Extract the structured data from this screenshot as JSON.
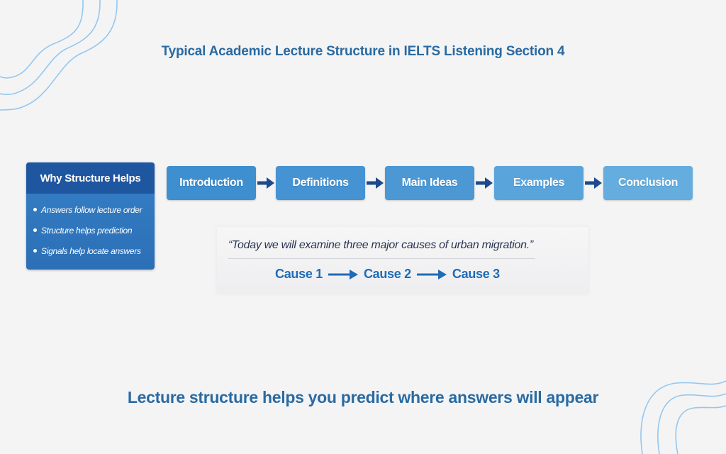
{
  "title": "Typical Academic Lecture Structure in IELTS Listening Section 4",
  "why_card": {
    "heading": "Why Structure Helps",
    "items": [
      "Answers follow lecture order",
      "Structure helps prediction",
      "Signals help locate answers"
    ]
  },
  "flow": {
    "steps": [
      "Introduction",
      "Definitions",
      "Main Ideas",
      "Examples",
      "Conclusion"
    ],
    "step_colors": [
      "#3e8fd0",
      "#4593d3",
      "#4b98d5",
      "#5aa4dc",
      "#66addf"
    ],
    "arrow_color": "#1d4a8c"
  },
  "example": {
    "quote": "“Today we will examine three major causes of urban migration.”",
    "causes": [
      "Cause 1",
      "Cause 2",
      "Cause 3"
    ],
    "arrow_color": "#1e6bb8"
  },
  "tagline": "Lecture structure helps you predict where answers will appear",
  "colors": {
    "background": "#f4f4f5",
    "heading_text": "#2a6aa1",
    "decor_lines": "#8fc5ef"
  }
}
